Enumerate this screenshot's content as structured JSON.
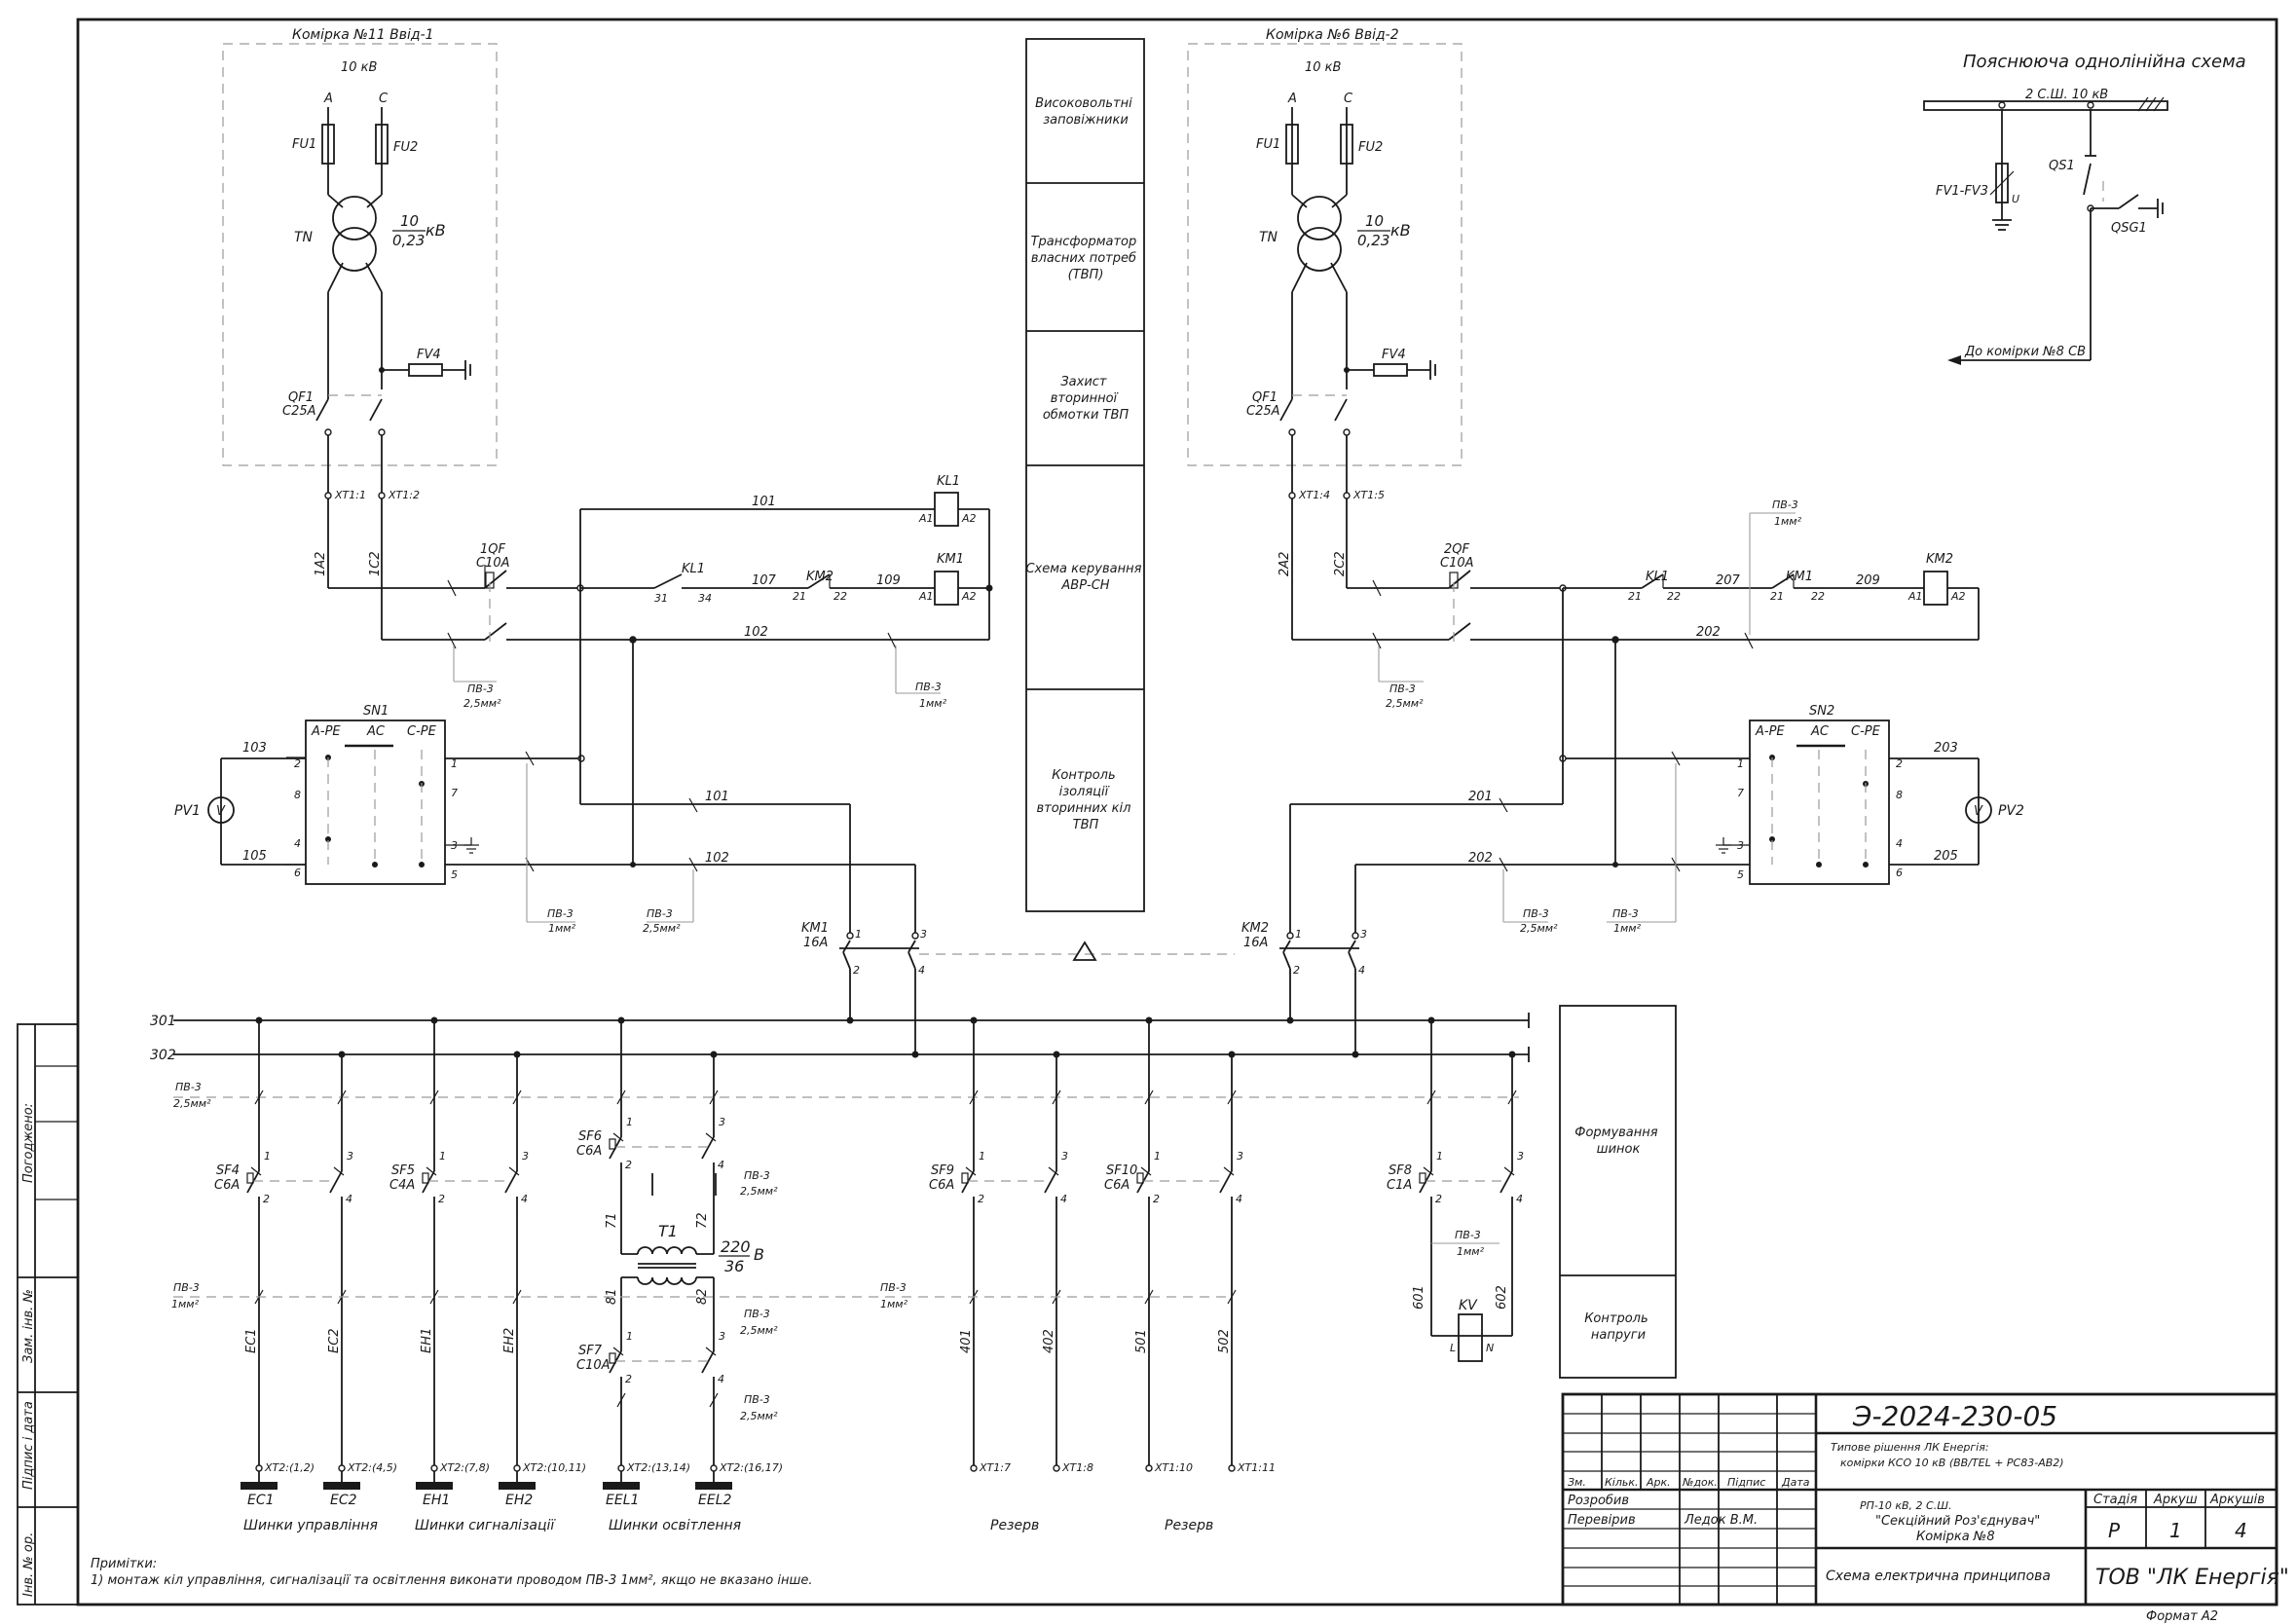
{
  "drawing": {
    "cell_left": "Комірка №11 Ввід-1",
    "cell_right": "Комірка №6 Ввід-2",
    "voltage_10kv": "10 кВ",
    "phase_a": "A",
    "phase_c": "C",
    "fu1": "FU1",
    "fu2": "FU2",
    "tn": "TN",
    "ratio_top": "10",
    "ratio_bottom": "0,23",
    "ratio_unit": "кВ",
    "fv4": "FV4",
    "qf1": "QF1",
    "qf1_rating": "C25A",
    "xt1_1": "XT1:1",
    "xt1_2": "XT1:2",
    "xt1_4": "XT1:4",
    "xt1_5": "XT1:5",
    "w1a2": "1A2",
    "w1c2": "1C2",
    "w2a2": "2A2",
    "w2c2": "2C2",
    "qf10": "1QF",
    "qf20": "2QF",
    "c10a": "C10A",
    "kl1": "KL1",
    "km1": "KM1",
    "km2": "KM2",
    "c_a1": "A1",
    "c_a2": "A2",
    "c21": "21",
    "c22": "22",
    "c31": "31",
    "c34": "34",
    "n101": "101",
    "n102": "102",
    "n103": "103",
    "n105": "105",
    "n107": "107",
    "n109": "109",
    "n201": "201",
    "n202": "202",
    "n203": "203",
    "n205": "205",
    "n207": "207",
    "n209": "209",
    "pv3": "ПВ-3",
    "s25": "2,5мм²",
    "s1": "1мм²",
    "sn1": "SN1",
    "sn2": "SN2",
    "ape": "A-PE",
    "ac": "AC",
    "cpe": "C-PE",
    "pv1": "PV1",
    "pv2": "PV2",
    "v": "V",
    "km1_16": "KM1",
    "km2_16": "KM2",
    "a16": "16A",
    "bus301": "301",
    "bus302": "302",
    "sf4": "SF4",
    "sf4r": "C6A",
    "sf5": "SF5",
    "sf5r": "C4A",
    "sf6": "SF6",
    "sf6r": "C6A",
    "sf7": "SF7",
    "sf7r": "C10A",
    "sf9": "SF9",
    "sf9r": "C6A",
    "sf10": "SF10",
    "sf10r": "C6A",
    "sf8": "SF8",
    "sf8r": "C1A",
    "t1": "T1",
    "t1_ratio_top": "220",
    "t1_ratio_bottom": "36",
    "t1_unit": "B",
    "w71": "71",
    "w72": "72",
    "w81": "81",
    "w82": "82",
    "ec1": "EC1",
    "ec2": "EC2",
    "eh1": "EH1",
    "eh2": "EH2",
    "eel1": "EEL1",
    "eel2": "EEL2",
    "w401": "401",
    "w402": "402",
    "w501": "501",
    "w502": "502",
    "w601": "601",
    "w602": "602",
    "kv": "KV",
    "kv_l": "L",
    "kv_n": "N",
    "xt2_12": "XT2:(1,2)",
    "xt2_45": "XT2:(4,5)",
    "xt2_78": "XT2:(7,8)",
    "xt2_1011": "XT2:(10,11)",
    "xt2_1314": "XT2:(13,14)",
    "xt2_1617": "XT2:(16,17)",
    "xt1_7": "XT1:7",
    "xt1_8": "XT1:8",
    "xt1_10": "XT1:10",
    "xt1_11": "XT1:11",
    "group_control": "Шинки управління",
    "group_signal": "Шинки сигналізації",
    "group_light": "Шинки освітлення",
    "reserve": "Резерв",
    "notes_title": "Примітки:",
    "notes_text": "1) монтаж кіл управління, сигналізації та освітлення виконати проводом ПВ-3 1мм², якщо не вказано інше."
  },
  "center_column": [
    "Високовольтні заповіжники",
    "Трансформатор власних потреб (ТВП)",
    "Захист вторинної обмотки ТВП",
    "Схема керування АВР-СН",
    "Контроль ізоляції вторинних кіл ТВП"
  ],
  "center_lines": [
    [
      "Високовольтні",
      "заповіжники"
    ],
    [
      "Трансформатор",
      "власних потреб",
      "(ТВП)"
    ],
    [
      "Захист",
      "вторинної",
      "обмотки ТВП"
    ],
    [
      "Схема керування",
      "АВР-СН"
    ],
    [
      "Контроль",
      "ізоляції",
      "вторинних кіл",
      "ТВП"
    ]
  ],
  "right_blocks": {
    "bus_forming": [
      "Формування",
      "шинок"
    ],
    "voltage_control": [
      "Контроль",
      "напруги"
    ]
  },
  "oneline": {
    "title": "Пояснююча однолінійна схема",
    "bus": "2 С.Ш. 10 кВ",
    "fv": "FV1-FV3",
    "u": "U",
    "qs1": "QS1",
    "qsg1": "QSG1",
    "to_cell": "До комірки №8 СВ"
  },
  "side_stamp": [
    "Погоджено:",
    "Зам. інв. №",
    "Підпис і дата",
    "Інв. № ор."
  ],
  "title_block": {
    "code": "Э-2024-230-05",
    "desc_line1": "Типове рішення ЛК Енергія:",
    "desc_line2": "комірки КСО 10 кВ (BB/TEL + PC83-AB2)",
    "col_headers": [
      "Зм.",
      "Кільк.",
      "Арк.",
      "№док.",
      "Підпис",
      "Дата"
    ],
    "developed": "Розробив",
    "checked": "Перевірив",
    "checker_name": "Ледок В.М.",
    "object_line1": "РП-10 кВ, 2 С.Ш.",
    "object_line2": "\"Секційний Роз'єднувач\"",
    "object_line3": "Комірка №8",
    "stage_label": "Стадія",
    "sheet_label": "Аркуш",
    "sheets_label": "Аркушів",
    "stage": "Р",
    "sheet": "1",
    "sheets": "4",
    "doc_title": "Схема електрична принципова",
    "company": "ТОВ \"ЛК Енергія\"",
    "format": "Формат А2"
  }
}
